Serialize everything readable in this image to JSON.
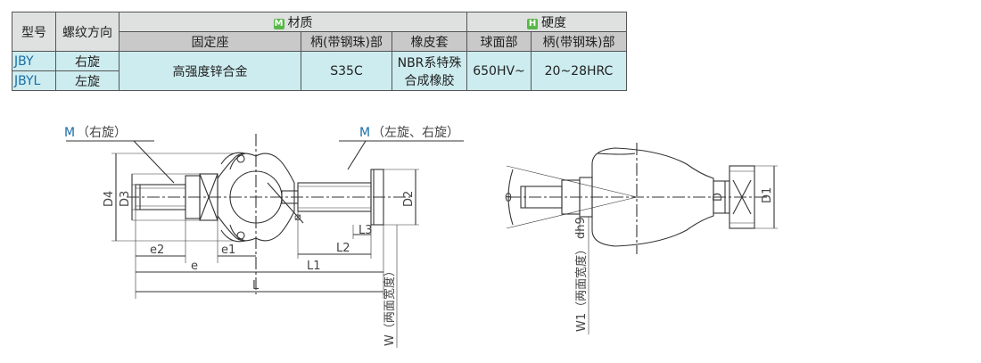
{
  "table": {
    "h_model": "型号",
    "h_thread": "螺纹方向",
    "h_material": "材质",
    "h_material_badge": "M",
    "h_hardness": "硬度",
    "h_hardness_badge": "H",
    "sub": [
      "固定座",
      "柄(带钢珠)部",
      "橡皮套",
      "球面部",
      "柄(带钢珠)部"
    ],
    "rows": [
      {
        "model": "JBY",
        "thread": "右旋"
      },
      {
        "model": "JBYL",
        "thread": "左旋"
      }
    ],
    "values": {
      "seat": "高强度锌合金",
      "shank": "S35C",
      "rubber_line1": "NBR系特殊",
      "rubber_line2": "合成橡胶",
      "sphere": "650HV~",
      "shank_hard": "20~28HRC"
    }
  },
  "drawing1": {
    "m_right_prefix": "M",
    "m_right_text": "（右旋）",
    "m_both_prefix": "M",
    "m_both_text": "（左旋、右旋）",
    "D4": "D4",
    "D3": "D3",
    "D2": "D2",
    "e2": "e2",
    "e1": "e1",
    "e": "e",
    "L3": "L3",
    "L2": "L2",
    "L1": "L1",
    "L": "L",
    "theta_mark": "⌀",
    "W": "W（两面宽度）"
  },
  "drawing2": {
    "theta": "θ",
    "dh9": "dh9",
    "D": "D",
    "D1": "D1",
    "W1": "W1（两面宽度）"
  }
}
